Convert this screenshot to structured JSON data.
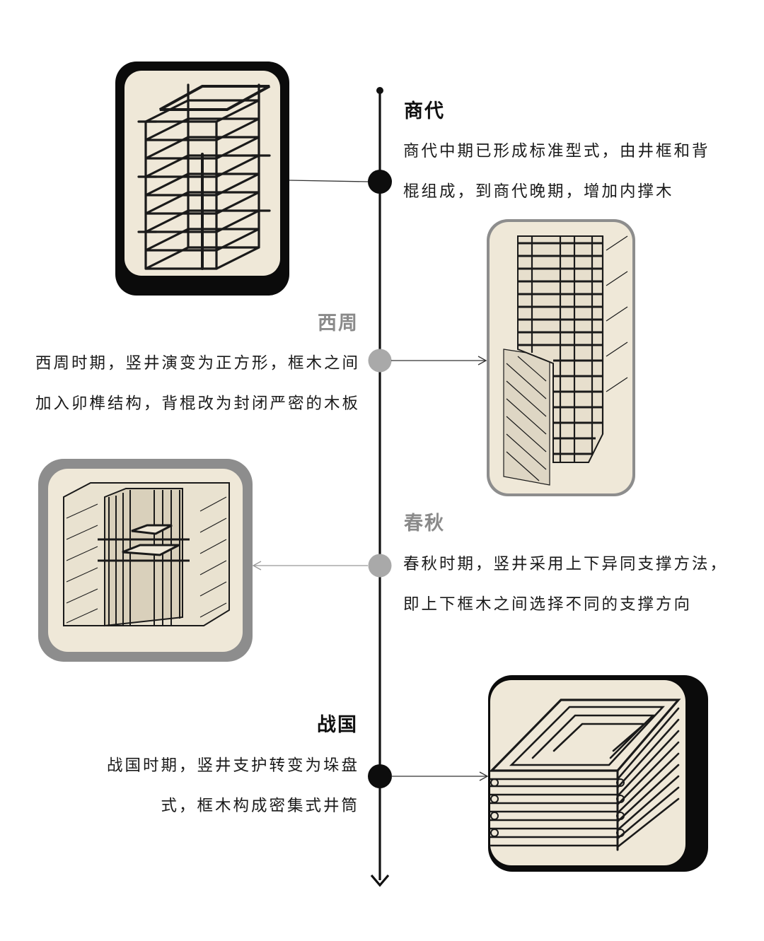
{
  "periods": [
    {
      "title": "商代",
      "lines": [
        "商代中期已形成标准型式，由井框和背",
        "棍组成，到商代晚期，增加内撑木"
      ]
    },
    {
      "title": "西周",
      "lines": [
        "西周时期，竖井演变为正方形，框木之间",
        "加入卯榫结构，背棍改为封闭严密的木板"
      ]
    },
    {
      "title": "春秋",
      "lines": [
        "春秋时期，竖井采用上下异同支撑方法，",
        "即上下框木之间选择不同的支撑方向"
      ]
    },
    {
      "title": "战国",
      "lines": [
        "战国时期，竖井支护转变为垛盘",
        "式，框木构成密集式井筒"
      ]
    }
  ],
  "colors": {
    "line": "#111111",
    "node_dark": "#0d0d0d",
    "node_grey": "#a9a9a9",
    "title_grey": "#8a8a8a",
    "paper": "#efe9da"
  },
  "icons": [
    "timeline-arrow-icon",
    "connector-arrow-icon"
  ]
}
